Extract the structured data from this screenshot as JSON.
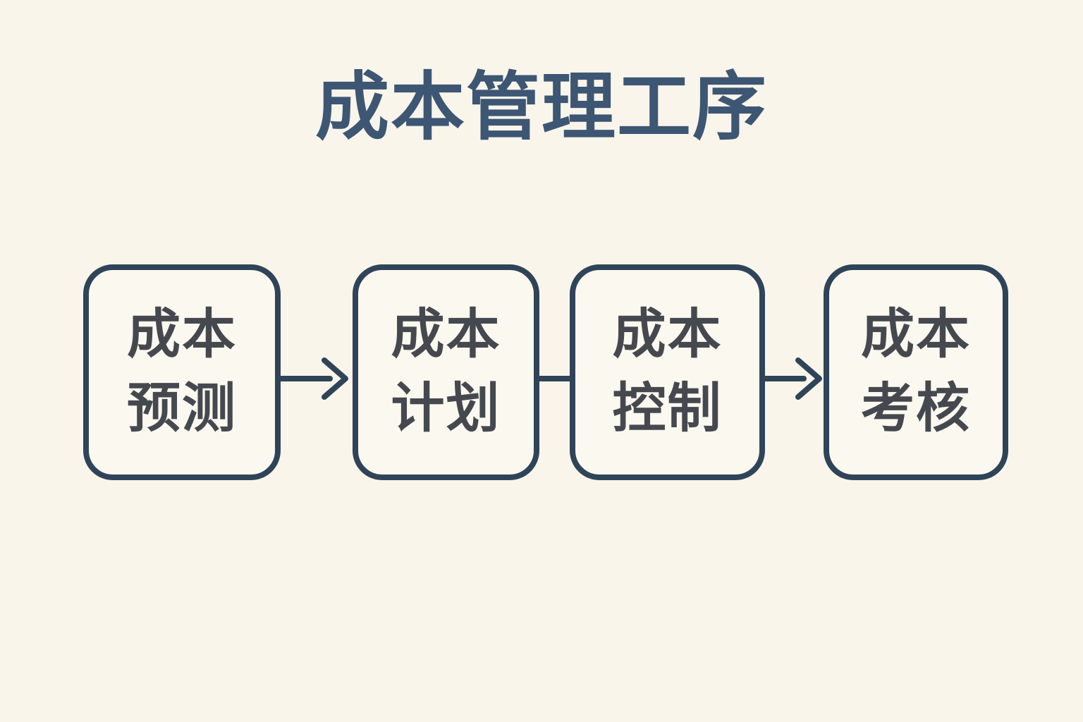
{
  "title": "成本管理工序",
  "flow": {
    "steps": [
      {
        "name": "cost-forecast",
        "line1": "成本",
        "line2": "预测"
      },
      {
        "name": "cost-plan",
        "line1": "成本",
        "line2": "计划"
      },
      {
        "name": "cost-control",
        "line1": "成本",
        "line2": "控制"
      },
      {
        "name": "cost-assessment",
        "line1": "成本",
        "line2": "考核"
      }
    ],
    "connectors": [
      {
        "from": 1,
        "to": 2,
        "type": "arrow",
        "icon": "arrow-right-icon"
      },
      {
        "from": 2,
        "to": 3,
        "type": "line",
        "icon": "connector-line"
      },
      {
        "from": 3,
        "to": 4,
        "type": "arrow",
        "icon": "arrow-right-icon"
      }
    ]
  },
  "colors": {
    "background": "#f9f5eb",
    "box_fill": "#fbf8f0",
    "box_border": "#2f4458",
    "step_text": "#45494f",
    "title_text": "#3d5673",
    "connector": "#2f4458"
  }
}
